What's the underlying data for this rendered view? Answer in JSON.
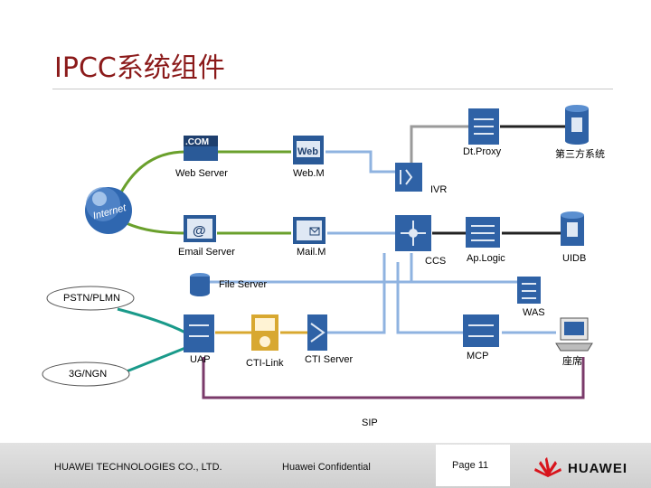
{
  "title": "IPCC系统组件",
  "nodes": {
    "web_server": "Web Server",
    "webm": "Web.M",
    "dtproxy": "Dt.Proxy",
    "third_party": "第三方系统",
    "ivr": "IVR",
    "email_server": "Email Server",
    "mailm": "Mail.M",
    "ccs": "CCS",
    "aplogic": "Ap.Logic",
    "uidb": "UIDB",
    "file_server": "File Server",
    "pstn": "PSTN/PLMN",
    "was": "WAS",
    "uap": "UAP",
    "cti_link": "CTI-Link",
    "cti_server": "CTI Server",
    "mcp": "MCP",
    "agent": "座席",
    "ngn": "3G/NGN",
    "sip": "SIP"
  },
  "icons": {
    "com_text": ".COM",
    "web_text": "Web",
    "internet_text": "Internet",
    "email_text": "@"
  },
  "colors": {
    "title": "#8b1a1a",
    "internet_link": "#6aa02c",
    "dtproxy_link": "#999999",
    "third_link": "#222222",
    "pstn_link": "#1a9a8a",
    "sip_link": "#7a3a6a",
    "uap_link": "#d8a830",
    "lan_link": "#8fb3e0",
    "device": "#3a6fb0"
  },
  "footer": {
    "company": "HUAWEI TECHNOLOGIES CO., LTD.",
    "confidential": "Huawei Confidential",
    "page": "Page 11",
    "brand": "HUAWEI"
  }
}
